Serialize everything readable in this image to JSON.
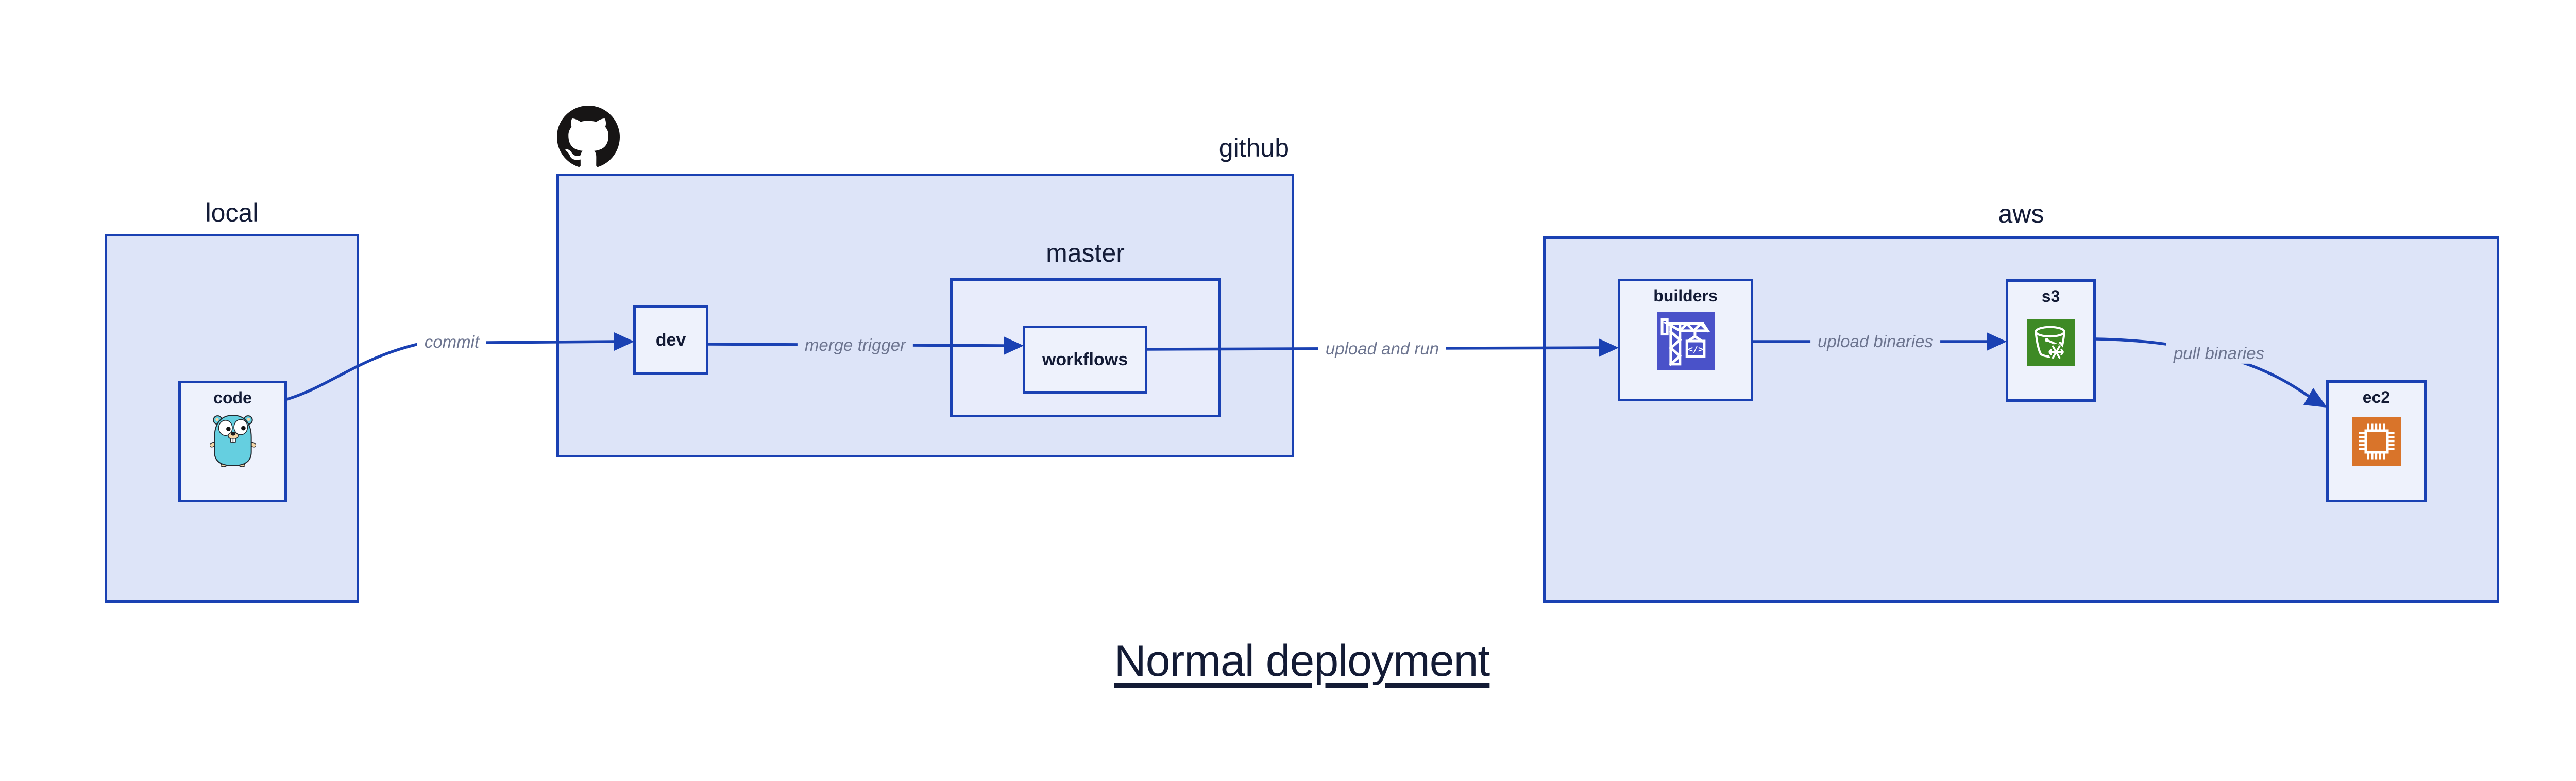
{
  "diagram": {
    "title": "Normal deployment"
  },
  "containers": {
    "local": {
      "label": "local"
    },
    "github": {
      "label": "github"
    },
    "master": {
      "label": "master"
    },
    "aws": {
      "label": "aws"
    }
  },
  "nodes": {
    "code": {
      "label": "code"
    },
    "dev": {
      "label": "dev"
    },
    "workflows": {
      "label": "workflows"
    },
    "builders": {
      "label": "builders"
    },
    "s3": {
      "label": "s3"
    },
    "ec2": {
      "label": "ec2"
    }
  },
  "edges": [
    {
      "from": "code",
      "to": "dev",
      "label": "commit"
    },
    {
      "from": "dev",
      "to": "workflows",
      "label": "merge trigger"
    },
    {
      "from": "workflows",
      "to": "builders",
      "label": "upload and run"
    },
    {
      "from": "builders",
      "to": "s3",
      "label": "upload binaries"
    },
    {
      "from": "s3",
      "to": "ec2",
      "label": "pull binaries"
    }
  ],
  "icons": {
    "github_logo": "github-octocat-logo",
    "code": "go-gopher-mascot",
    "builders": "aws-codebuild-crane",
    "builders_glyph": "</>",
    "s3": "aws-s3-glacier-bucket-snowflake",
    "ec2": "aws-ec2-processor-chip"
  },
  "colors": {
    "container_fill": "#dde4f8",
    "inner_container_fill": "#e8ecfb",
    "node_fill": "#eef2fc",
    "diagram_blue": "#1a41b3",
    "label_navy": "#131b35",
    "edge_label_gray": "#6d7590",
    "codebuild_indigo": "#4a52c9",
    "s3_green": "#3e8a25",
    "ec2_orange": "#d9742a",
    "gopher_teal": "#65cfe0"
  }
}
